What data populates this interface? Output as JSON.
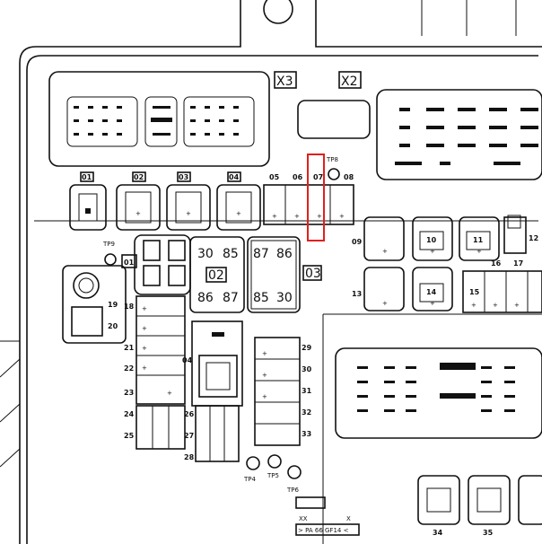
{
  "connectors": {
    "x3": "X3",
    "x2": "X2",
    "xx": "XX",
    "x": "X"
  },
  "tps": [
    "TP9",
    "TP8",
    "TP5",
    "TP4",
    "TP6"
  ],
  "top_fuses": [
    "01",
    "02",
    "03",
    "04",
    "05",
    "06",
    "07",
    "08"
  ],
  "relays": {
    "r02": {
      "id": "02",
      "pins": [
        "30",
        "85",
        "86",
        "87"
      ]
    },
    "r03": {
      "id": "03",
      "pins": [
        "87",
        "86",
        "85",
        "30"
      ]
    }
  },
  "right_fuses": [
    "09",
    "10",
    "11",
    "12",
    "13",
    "14",
    "15",
    "16",
    "17"
  ],
  "left_fuses": [
    "18",
    "19",
    "20",
    "21",
    "22",
    "23",
    "24",
    "25",
    "26",
    "27",
    "28"
  ],
  "mid_fuses": [
    "29",
    "30",
    "31",
    "32",
    "33",
    "34",
    "35"
  ],
  "label_01": "01",
  "label_04": "04",
  "bottom_text": "> PA 66 GF14 <",
  "highlight_color": "#e0201c"
}
